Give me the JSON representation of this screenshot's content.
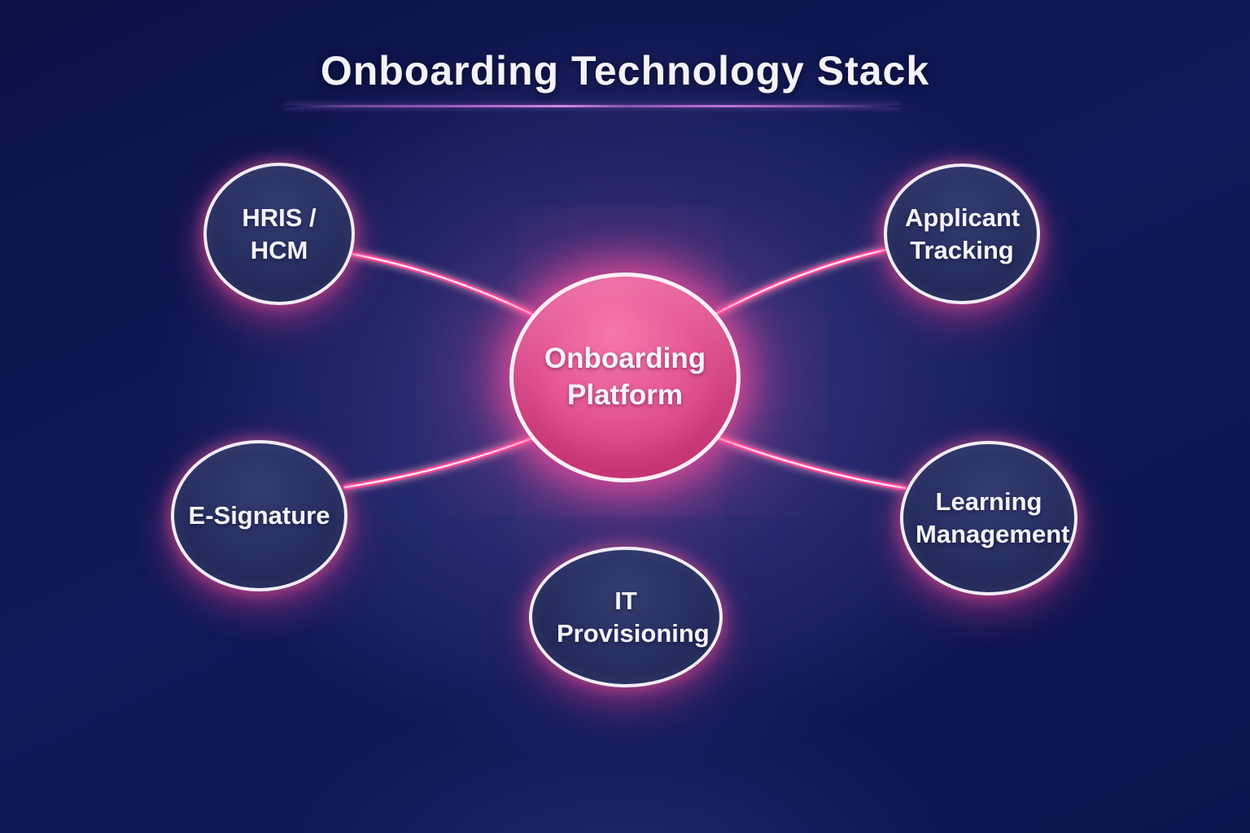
{
  "title": {
    "text": "Onboarding Technology Stack"
  },
  "center_node": {
    "id": "onboarding-platform",
    "label": "Onboarding Platform"
  },
  "nodes": [
    {
      "id": "hris-hcm",
      "label": "HRIS / HCM"
    },
    {
      "id": "applicant-tracking",
      "label": "Applicant Tracking"
    },
    {
      "id": "e-signature",
      "label": "E-Signature"
    },
    {
      "id": "learning-management",
      "label": "Learning Management"
    },
    {
      "id": "it-provisioning",
      "label": "IT Provisioning"
    }
  ],
  "connections": [
    {
      "from": "onboarding-platform",
      "to": "hris-hcm"
    },
    {
      "from": "onboarding-platform",
      "to": "applicant-tracking"
    },
    {
      "from": "onboarding-platform",
      "to": "e-signature"
    },
    {
      "from": "onboarding-platform",
      "to": "learning-management"
    },
    {
      "from": "onboarding-platform",
      "to": "it-provisioning"
    }
  ],
  "colors": {
    "background_navy": "#0d134d",
    "node_navy": "#272e60",
    "center_pink": "#e65795",
    "connector_pink": "#ff3d96",
    "ring_white": "#f3ecf7",
    "title_text": "#f4f2fb",
    "underline_purple": "#a05ec0"
  }
}
